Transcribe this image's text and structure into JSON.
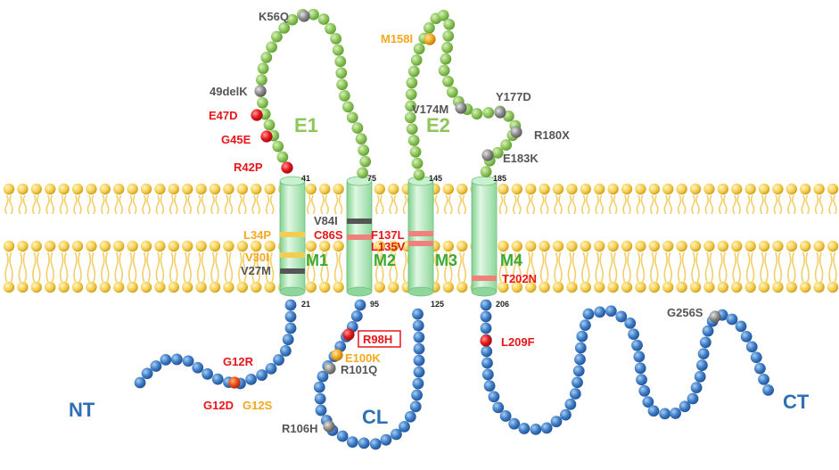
{
  "colors": {
    "extracellular_bead": "#8dc65a",
    "intracellular_bead": "#3e7ec8",
    "red_mutation": "#e8161b",
    "orange_mutation": "#f4a81d",
    "gray_mutation": "#8c8c8c",
    "helix": "#a8e2b0",
    "lipid_head": "#f5cd4e",
    "domain_green": "#3aaa35",
    "domain_blue": "#2f6fb6"
  },
  "domains": {
    "E1": "E1",
    "E2": "E2",
    "M1": "M1",
    "M2": "M2",
    "M3": "M3",
    "M4": "M4",
    "NT": "NT",
    "CL": "CL",
    "CT": "CT"
  },
  "residues": {
    "r21": "21",
    "r41": "41",
    "r75": "75",
    "r95": "95",
    "r125": "125",
    "r145": "145",
    "r185": "185",
    "r206": "206"
  },
  "mutations": {
    "K56Q": "K56Q",
    "d49delK": "49delK",
    "E47D": "E47D",
    "G45E": "G45E",
    "R42P": "R42P",
    "M158I": "M158I",
    "V174M": "V174M",
    "Y177D": "Y177D",
    "R180X": "R180X",
    "E183K": "E183K",
    "L34P": "L34P",
    "V30I": "V30I",
    "V27M": "V27M",
    "V84I": "V84I",
    "C86S": "C86S",
    "F137L": "F137L",
    "L135V": "L135V",
    "T202N": "T202N",
    "R98H": "R98H",
    "E100K": "E100K",
    "R101Q": "R101Q",
    "R106H": "R106H",
    "G12R": "G12R",
    "G12D": "G12D",
    "G12S": "G12S",
    "L209F": "L209F",
    "G256S": "G256S"
  }
}
